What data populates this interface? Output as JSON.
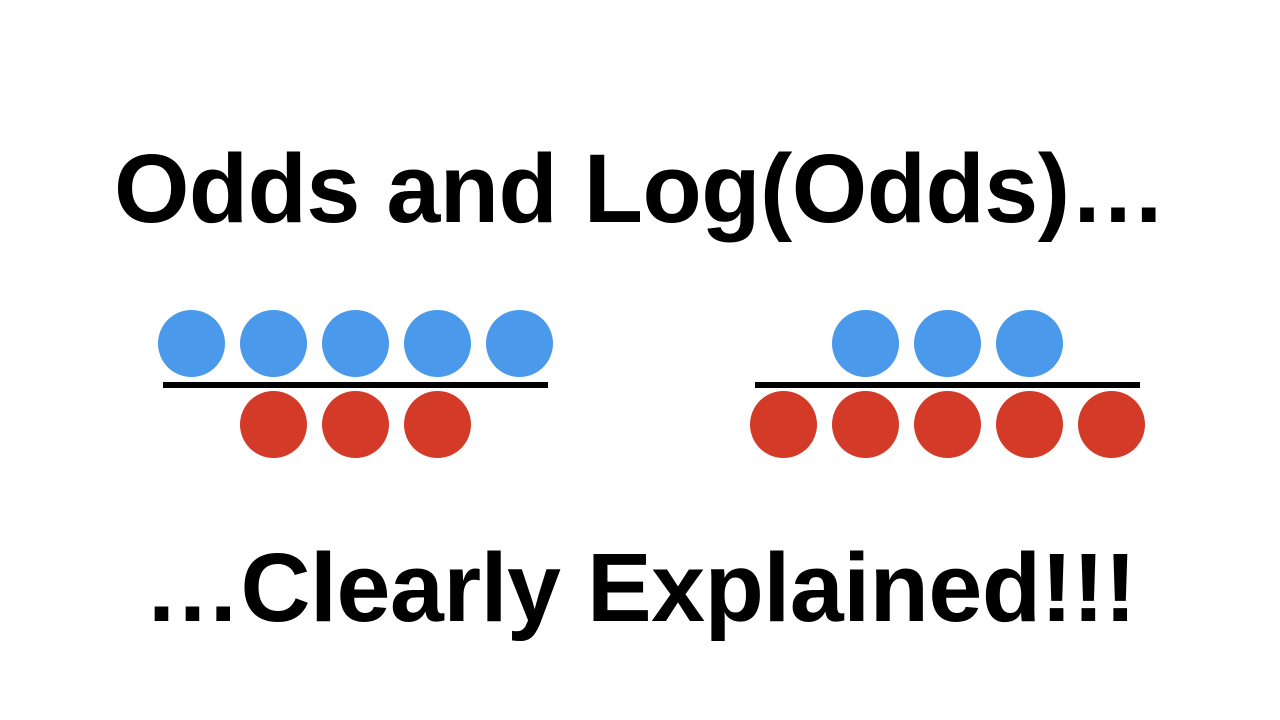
{
  "title": "Odds and Log(Odds)…",
  "subtitle": "…Clearly Explained!!!",
  "colors": {
    "blue": "#4A99EA",
    "red": "#D43A28",
    "line": "#000000",
    "text": "#000000",
    "background": "#FFFFFF"
  },
  "fractions": [
    {
      "id": "left",
      "meaning": "odds of 5 to 3",
      "numerator": {
        "count": 5,
        "color_key": "blue"
      },
      "denominator": {
        "count": 3,
        "color_key": "red"
      }
    },
    {
      "id": "right",
      "meaning": "odds of 3 to 5",
      "numerator": {
        "count": 3,
        "color_key": "blue"
      },
      "denominator": {
        "count": 5,
        "color_key": "red"
      }
    }
  ]
}
